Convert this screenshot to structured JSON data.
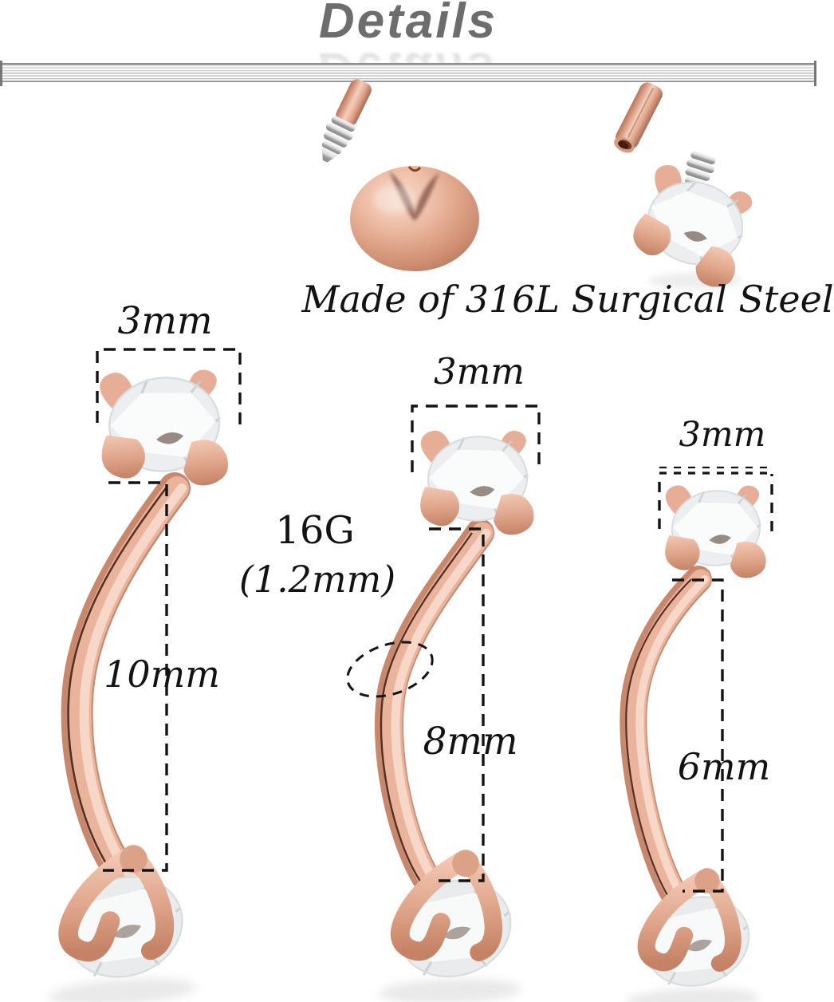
{
  "header": {
    "title": "Details"
  },
  "caption": {
    "material": "Made of 316L Surgical Steel"
  },
  "gauge": {
    "label": "16G",
    "detail": "(1.2mm)"
  },
  "barbells": [
    {
      "position": "left",
      "gem_width": "3mm",
      "bar_length": "10mm"
    },
    {
      "position": "middle",
      "gem_width": "3mm",
      "bar_length": "8mm"
    },
    {
      "position": "right",
      "gem_width": "3mm",
      "bar_length": "6mm"
    }
  ],
  "icons": {
    "parts": [
      "threaded-post",
      "ball-end",
      "hollow-bar-end",
      "gem-screw-end"
    ]
  },
  "colors": {
    "rose_gold_light": "#f5d2c1",
    "rose_gold_mid": "#e0a489",
    "rose_gold_dark": "#b97f66",
    "steel": "#b9b9b9",
    "gem_white": "#f8f9f9",
    "annotation_black": "#141414",
    "title_gray": "#6d6d6d"
  }
}
